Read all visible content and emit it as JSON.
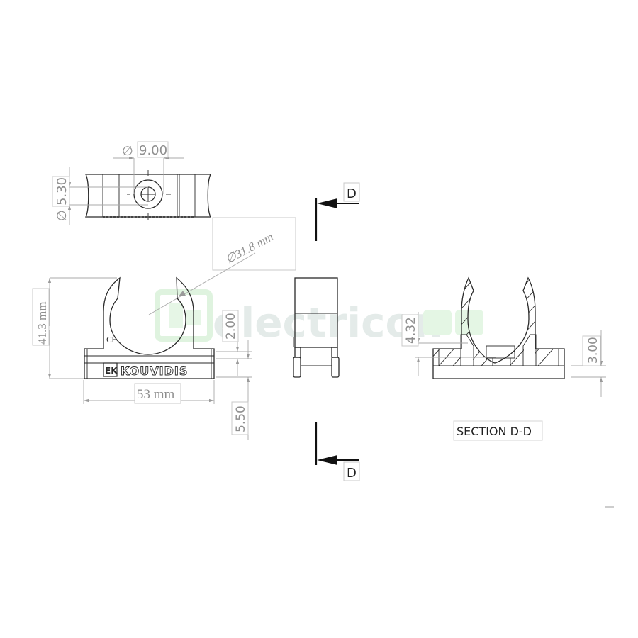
{
  "watermark": {
    "text": "electricon",
    "logo_color": "#c8ecc8",
    "text_color": "#e2e9e8"
  },
  "top_view": {
    "dim_hole_diameter": "9.00",
    "dim_hole_symbol": "∅",
    "dim_height": "5.30",
    "dim_height_symbol": "∅"
  },
  "front_view": {
    "dim_pipe_diameter": "∅31.8 mm",
    "dim_height": "41.3 mm",
    "dim_width": "53 mm",
    "dim_base_step": "2.00",
    "dim_base_height": "5.50",
    "ce_mark": "CE",
    "brand_logo": "EK",
    "brand_name": "KOUVIDIS"
  },
  "section_markers": {
    "top_label": "D",
    "bottom_label": "D"
  },
  "section_view": {
    "title": "SECTION D-D",
    "dim_inner_offset": "4.32",
    "dim_base_thickness": "3.00"
  },
  "colors": {
    "line": "#2a2a2a",
    "dimension": "#a8a8a8",
    "dimension_text": "#8f8f8f"
  }
}
